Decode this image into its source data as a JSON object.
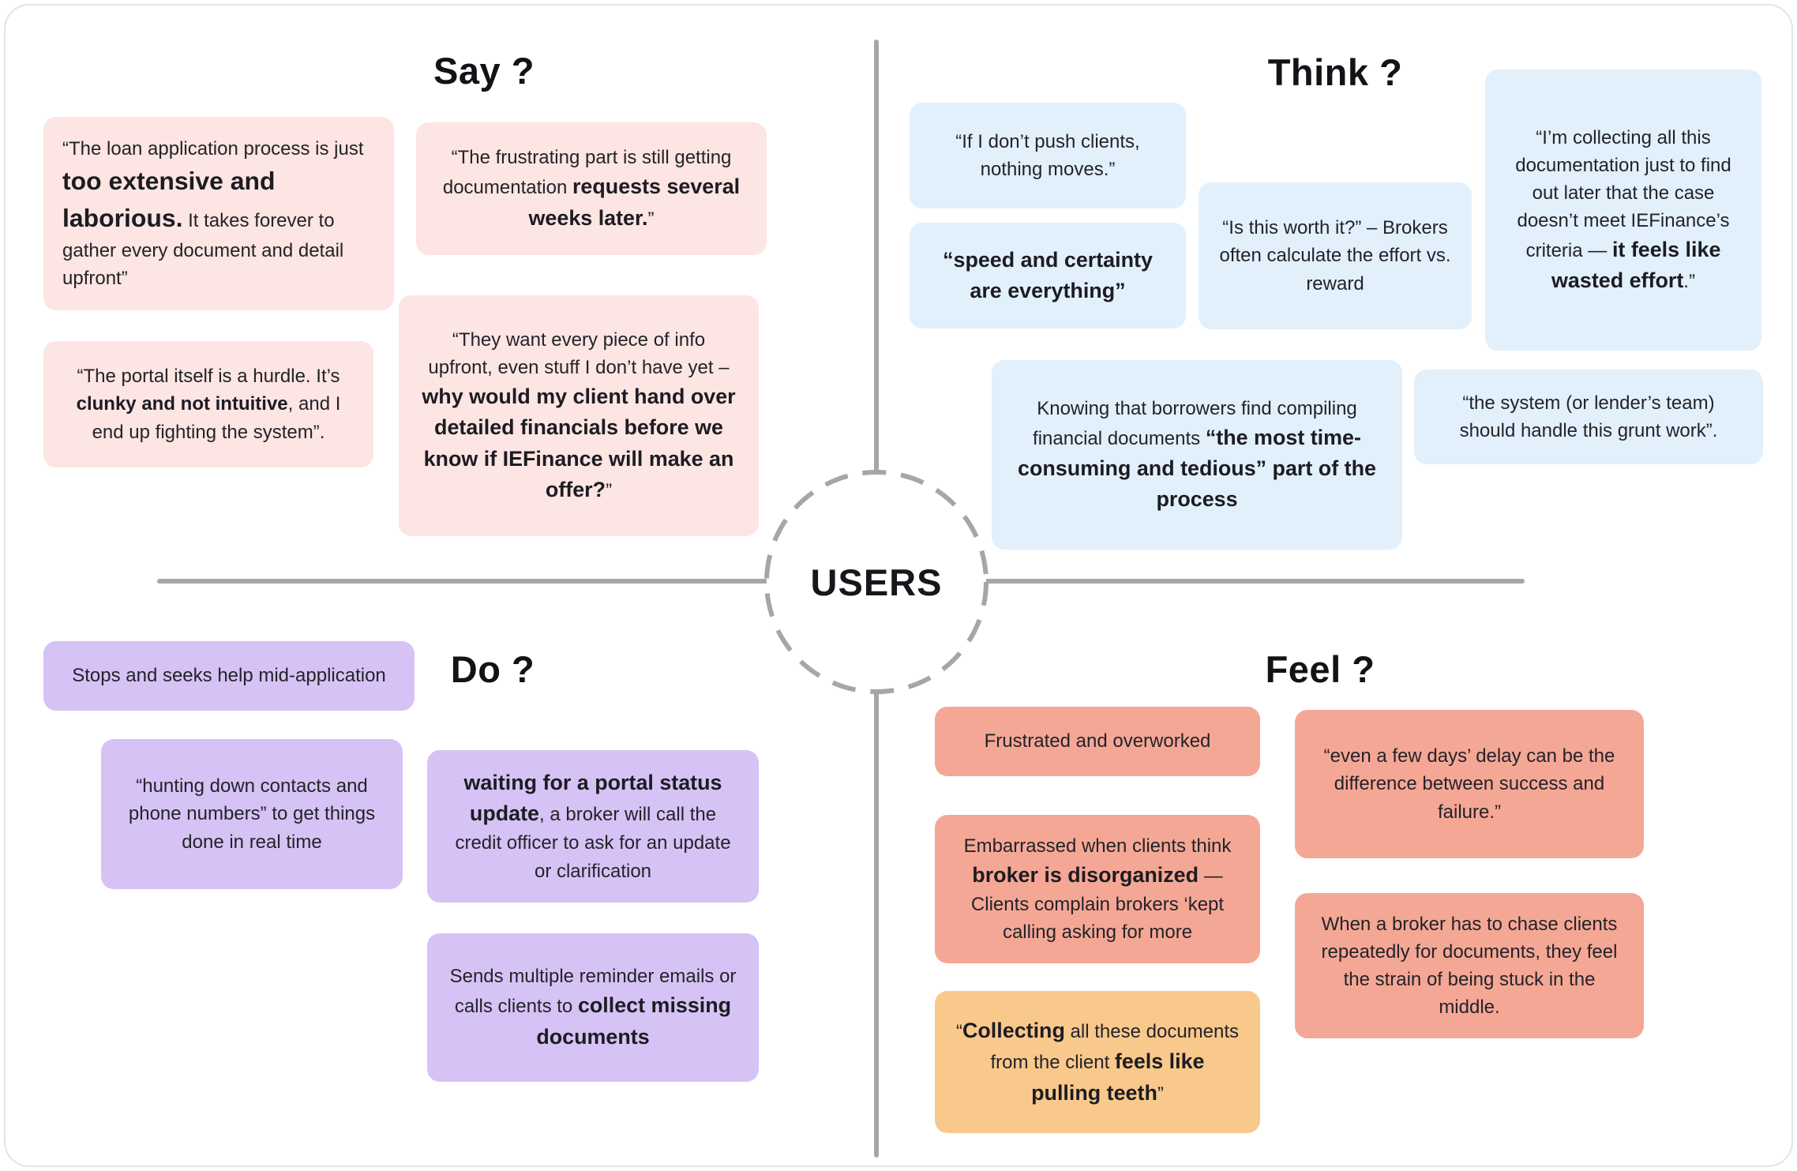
{
  "center": {
    "label": "USERS"
  },
  "quadrants": {
    "say": {
      "title": "Say ?",
      "notes": [
        {
          "color": "#fce5e2",
          "segments": [
            {
              "text": "“The loan application process is just "
            },
            {
              "text": "too extensive and laborious.",
              "bold": true,
              "xlarge": true
            },
            {
              "text": " It takes forever to gather every document and detail upfront”"
            }
          ]
        },
        {
          "color": "#fce5e2",
          "segments": [
            {
              "text": "“The frustrating part is still getting documentation "
            },
            {
              "text": "requests several weeks later.",
              "bold": true,
              "large": true
            },
            {
              "text": "”"
            }
          ]
        },
        {
          "color": "#fce5e2",
          "segments": [
            {
              "text": "“The portal itself is a hurdle. It’s "
            },
            {
              "text": "clunky and not intuitive",
              "bold": true
            },
            {
              "text": ", and I end up fighting the system”."
            }
          ]
        },
        {
          "color": "#fce5e2",
          "segments": [
            {
              "text": "“They want every piece of info upfront, even stuff I don’t have yet – "
            },
            {
              "text": "why would my client hand over detailed financials before we know if IEFinance will make an offer?",
              "bold": true,
              "large": true
            },
            {
              "text": "”"
            }
          ]
        }
      ]
    },
    "think": {
      "title": "Think ?",
      "notes": [
        {
          "color": "#e2f0fb",
          "segments": [
            {
              "text": "“If I don’t push clients, nothing moves.”"
            }
          ]
        },
        {
          "color": "#e2f0fb",
          "segments": [
            {
              "text": "“speed and certainty are everything”",
              "bold": true,
              "large": true
            }
          ]
        },
        {
          "color": "#e2f0fb",
          "segments": [
            {
              "text": "“Is this worth it?” – Brokers often calculate the effort vs. reward"
            }
          ]
        },
        {
          "color": "#e2f0fb",
          "segments": [
            {
              "text": "“I’m collecting all this documentation just to find out later that the case doesn’t meet IEFinance’s criteria — "
            },
            {
              "text": "it feels like wasted effort",
              "bold": true,
              "large": true
            },
            {
              "text": ".”"
            }
          ]
        },
        {
          "color": "#e2f0fb",
          "segments": [
            {
              "text": "Knowing that borrowers find compiling financial documents "
            },
            {
              "text": "“the most time-consuming and tedious” part of the process",
              "bold": true,
              "large": true
            }
          ]
        },
        {
          "color": "#e2f0fb",
          "segments": [
            {
              "text": "“the system (or lender’s team) should handle this grunt work”."
            }
          ]
        }
      ]
    },
    "do": {
      "title": "Do ?",
      "notes": [
        {
          "color": "#d6c2f5",
          "segments": [
            {
              "text": "Stops and seeks help mid-application"
            }
          ]
        },
        {
          "color": "#d6c2f5",
          "segments": [
            {
              "text": "“hunting down contacts and phone numbers” to get things done in real time"
            }
          ]
        },
        {
          "color": "#d6c2f5",
          "segments": [
            {
              "text": "waiting for a portal status update",
              "bold": true,
              "large": true
            },
            {
              "text": ", a broker will call the credit officer to ask for an update or clarification"
            }
          ]
        },
        {
          "color": "#d6c2f5",
          "segments": [
            {
              "text": "Sends multiple reminder emails or calls clients to "
            },
            {
              "text": "collect missing documents",
              "bold": true,
              "large": true
            }
          ]
        }
      ]
    },
    "feel": {
      "title": "Feel ?",
      "notes": [
        {
          "color": "#f5a795",
          "segments": [
            {
              "text": "Frustrated and overworked"
            }
          ]
        },
        {
          "color": "#f5a795",
          "segments": [
            {
              "text": "“even a few days’ delay can be the difference between success and failure.”"
            }
          ]
        },
        {
          "color": "#f5a795",
          "segments": [
            {
              "text": "Embarrassed when clients think "
            },
            {
              "text": "broker is disorganized",
              "bold": true,
              "large": true
            },
            {
              "text": " — Clients complain brokers ‘kept calling asking for more"
            }
          ]
        },
        {
          "color": "#f5a795",
          "segments": [
            {
              "text": "When a broker has to chase clients repeatedly for documents, they feel the strain of being stuck in the middle."
            }
          ]
        },
        {
          "color": "#f9c88b",
          "segments": [
            {
              "text": "“"
            },
            {
              "text": "Collecting",
              "bold": true,
              "large": true
            },
            {
              "text": " all these documents from the client "
            },
            {
              "text": "feels like pulling teeth",
              "bold": true,
              "large": true
            },
            {
              "text": "”"
            }
          ]
        }
      ]
    }
  }
}
